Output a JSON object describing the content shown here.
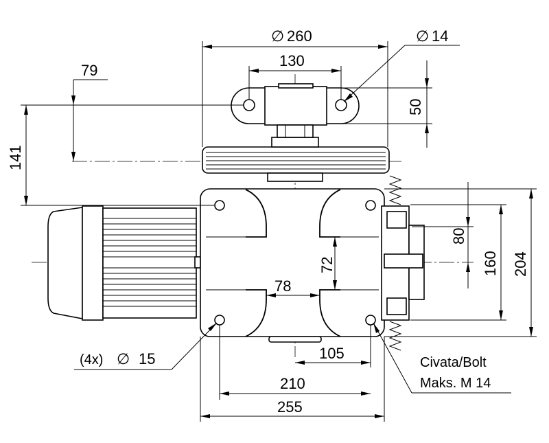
{
  "dimensions": {
    "d260": "260",
    "d130": "130",
    "d14": "14",
    "d79": "79",
    "d141": "141",
    "d50": "50",
    "d80": "80",
    "d160": "160",
    "d204": "204",
    "d72": "72",
    "d78": "78",
    "d105": "105",
    "d210": "210",
    "d255": "255",
    "hole_prefix": "(4x)",
    "d15": "15"
  },
  "diameter_symbol": "∅",
  "notes": {
    "bolt_line1": "Civata/Bolt",
    "bolt_line2": "Maks. M 14"
  }
}
